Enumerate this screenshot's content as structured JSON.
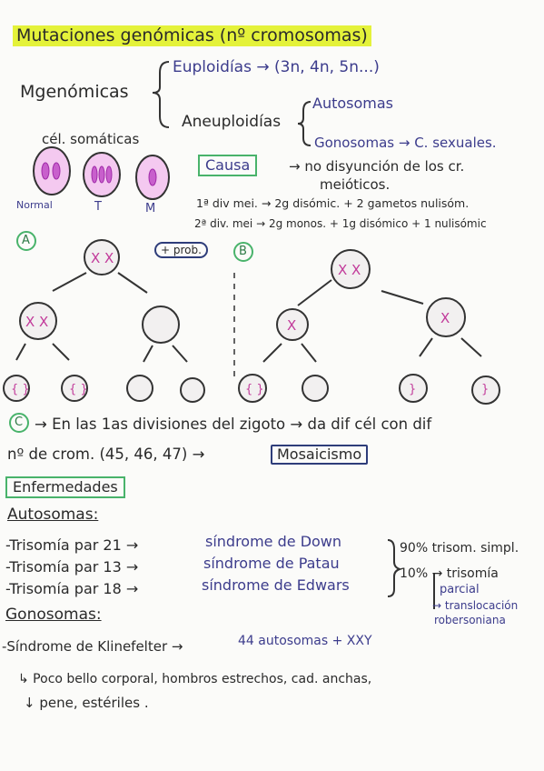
{
  "title": "Mutaciones genómicas (nº cromosomas)",
  "classification": {
    "root": "Mgenómicas",
    "euploidias": "Euploidías → (3n, 4n, 5n...)",
    "aneuploidias": "Aneuploidías",
    "autosomas": "Autosomas",
    "gonosomas": "Gonosomas → C. sexuales."
  },
  "cells": {
    "heading": "cél. somáticas",
    "labels": [
      "Normal",
      "T",
      "M"
    ]
  },
  "causa": {
    "label": "Causa",
    "text1": "→ no disyunción de los cr.",
    "text2": "meióticos.",
    "div1": "1ª div mei. → 2g disómic. + 2 gametos nulisóm.",
    "div2": "2ª div. mei → 2g monos. + 1g disómico + 1 nulisómic"
  },
  "diagram": {
    "label_a": "A",
    "label_b": "B",
    "prob": "+ prob.",
    "label_c": "C",
    "c_line1": "→ En las 1as divisiones del zigoto → da dif cél con dif",
    "c_line2": "nº de crom. (45, 46, 47) →",
    "mosaicismo": "Mosaicismo"
  },
  "enfermedades": {
    "heading": "Enfermedades",
    "autosomas_heading": "Autosomas:",
    "items": [
      {
        "text": "-Trisomía par 21 →",
        "syndrome": "síndrome de Down"
      },
      {
        "text": "-Trisomía par 13 →",
        "syndrome": "síndrome de Patau"
      },
      {
        "text": "-Trisomía par 18 →",
        "syndrome": "síndrome de Edwars"
      }
    ],
    "side_90": "90% trisom. simpl.",
    "side_10": "10% → trisomía",
    "side_parcial": "parcial",
    "side_transloc": "→ translocación",
    "side_robert": "robersoniana",
    "gonosomas_heading": "Gonosomas:",
    "klinefelter": "-Síndrome de Klinefelter →",
    "klinefelter_val": "44 autosomas + XXY",
    "desc1": "↳ Poco bello corporal, hombros estrechos, cad. anchas,",
    "desc2": "↓ pene, estériles ."
  }
}
